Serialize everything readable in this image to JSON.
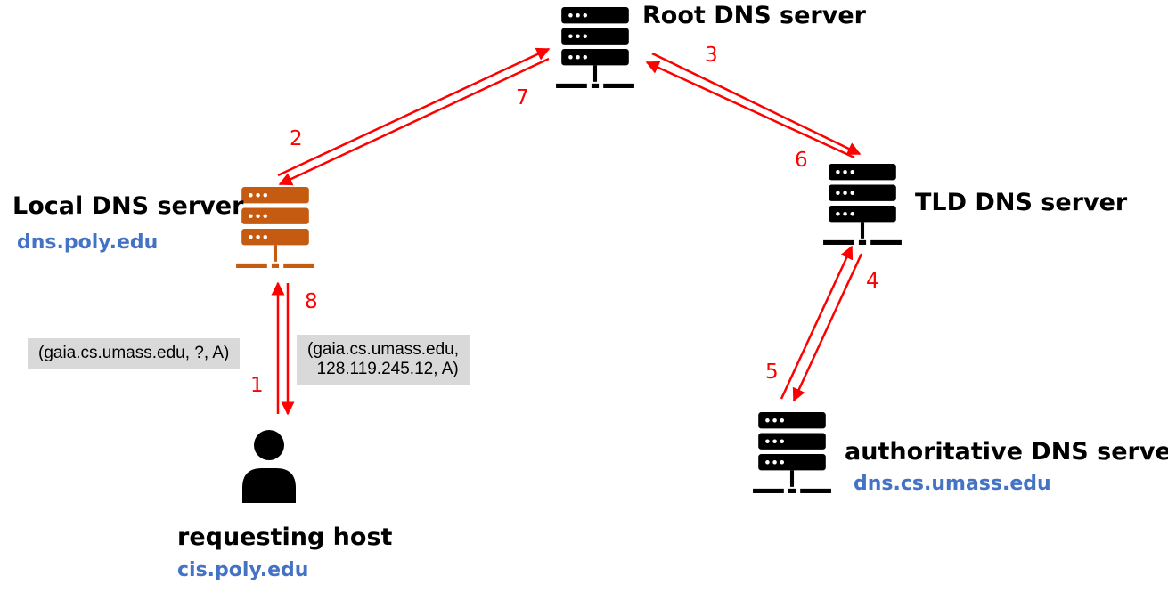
{
  "nodes": {
    "root": {
      "label": "Root DNS server"
    },
    "local": {
      "label": "Local DNS server",
      "host": "dns.poly.edu"
    },
    "tld": {
      "label": "TLD DNS server"
    },
    "authoritative": {
      "label": "authoritative DNS server",
      "host": "dns.cs.umass.edu"
    },
    "requesting_host": {
      "label": "requesting host",
      "host": "cis.poly.edu"
    }
  },
  "messages": {
    "query": "(gaia.cs.umass.edu, ?, A)",
    "reply": "(gaia.cs.umass.edu,\n  128.119.245.12, A)"
  },
  "steps": [
    "1",
    "2",
    "3",
    "4",
    "5",
    "6",
    "7",
    "8"
  ],
  "colors": {
    "arrow": "#ff0000",
    "local_server": "#c55a11",
    "server": "#000000",
    "host_text": "#4472c4",
    "message_box": "#d9d9d9"
  },
  "icons": [
    "server-icon",
    "person-icon"
  ]
}
